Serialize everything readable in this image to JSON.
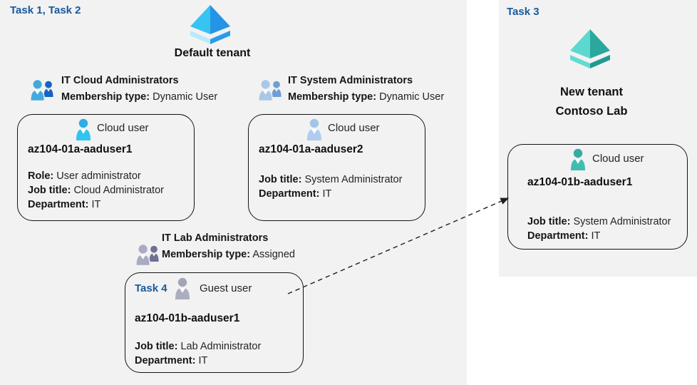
{
  "colors": {
    "task_label_blue": "#17599c",
    "region_background": "#f2f2f2",
    "card_border": "#141414",
    "tenant_icon_blue_face": "#38c3f3",
    "tenant_icon_blue_dark": "#2495e4",
    "tenant_icon_teal_face": "#5cd8cf",
    "tenant_icon_teal_dark": "#2aa89d",
    "arrow": "#1f1f1f"
  },
  "left": {
    "task_label": "Task 1, Task 2",
    "tenant_title": "Default tenant",
    "group_cloud": {
      "title": "IT Cloud Administrators",
      "membership_label": "Membership type:",
      "membership_value": "Dynamic User"
    },
    "group_system": {
      "title": "IT System Administrators",
      "membership_label": "Membership type:",
      "membership_value": "Dynamic User"
    },
    "group_lab": {
      "title": "IT Lab Administrators",
      "membership_label": "Membership type:",
      "membership_value": "Assigned"
    },
    "user1": {
      "kind": "Cloud user",
      "name": "az104-01a-aaduser1",
      "role_label": "Role:",
      "role_value": "User administrator",
      "job_label": "Job title:",
      "job_value": "Cloud Administrator",
      "dept_label": "Department:",
      "dept_value": "IT"
    },
    "user2": {
      "kind": "Cloud user",
      "name": "az104-01a-aaduser2",
      "job_label": "Job title:",
      "job_value": "System Administrator",
      "dept_label": "Department:",
      "dept_value": "IT"
    },
    "guest": {
      "task_label": "Task 4",
      "kind": "Guest user",
      "name": "az104-01b-aaduser1",
      "job_label": "Job title:",
      "job_value": "Lab Administrator",
      "dept_label": "Department:",
      "dept_value": "IT"
    }
  },
  "right": {
    "task_label": "Task 3",
    "tenant_title_line1": "New tenant",
    "tenant_title_line2": "Contoso Lab",
    "user": {
      "kind": "Cloud user",
      "name": "az104-01b-aaduser1",
      "job_label": "Job title:",
      "job_value": "System Administrator",
      "dept_label": "Department:",
      "dept_value": "IT"
    }
  },
  "icons": {
    "default_tenant": "azure-tenant-pyramid-icon-blue",
    "new_tenant": "azure-tenant-pyramid-icon-teal",
    "groups": "two-users-group-icon",
    "users": "single-user-icon"
  }
}
